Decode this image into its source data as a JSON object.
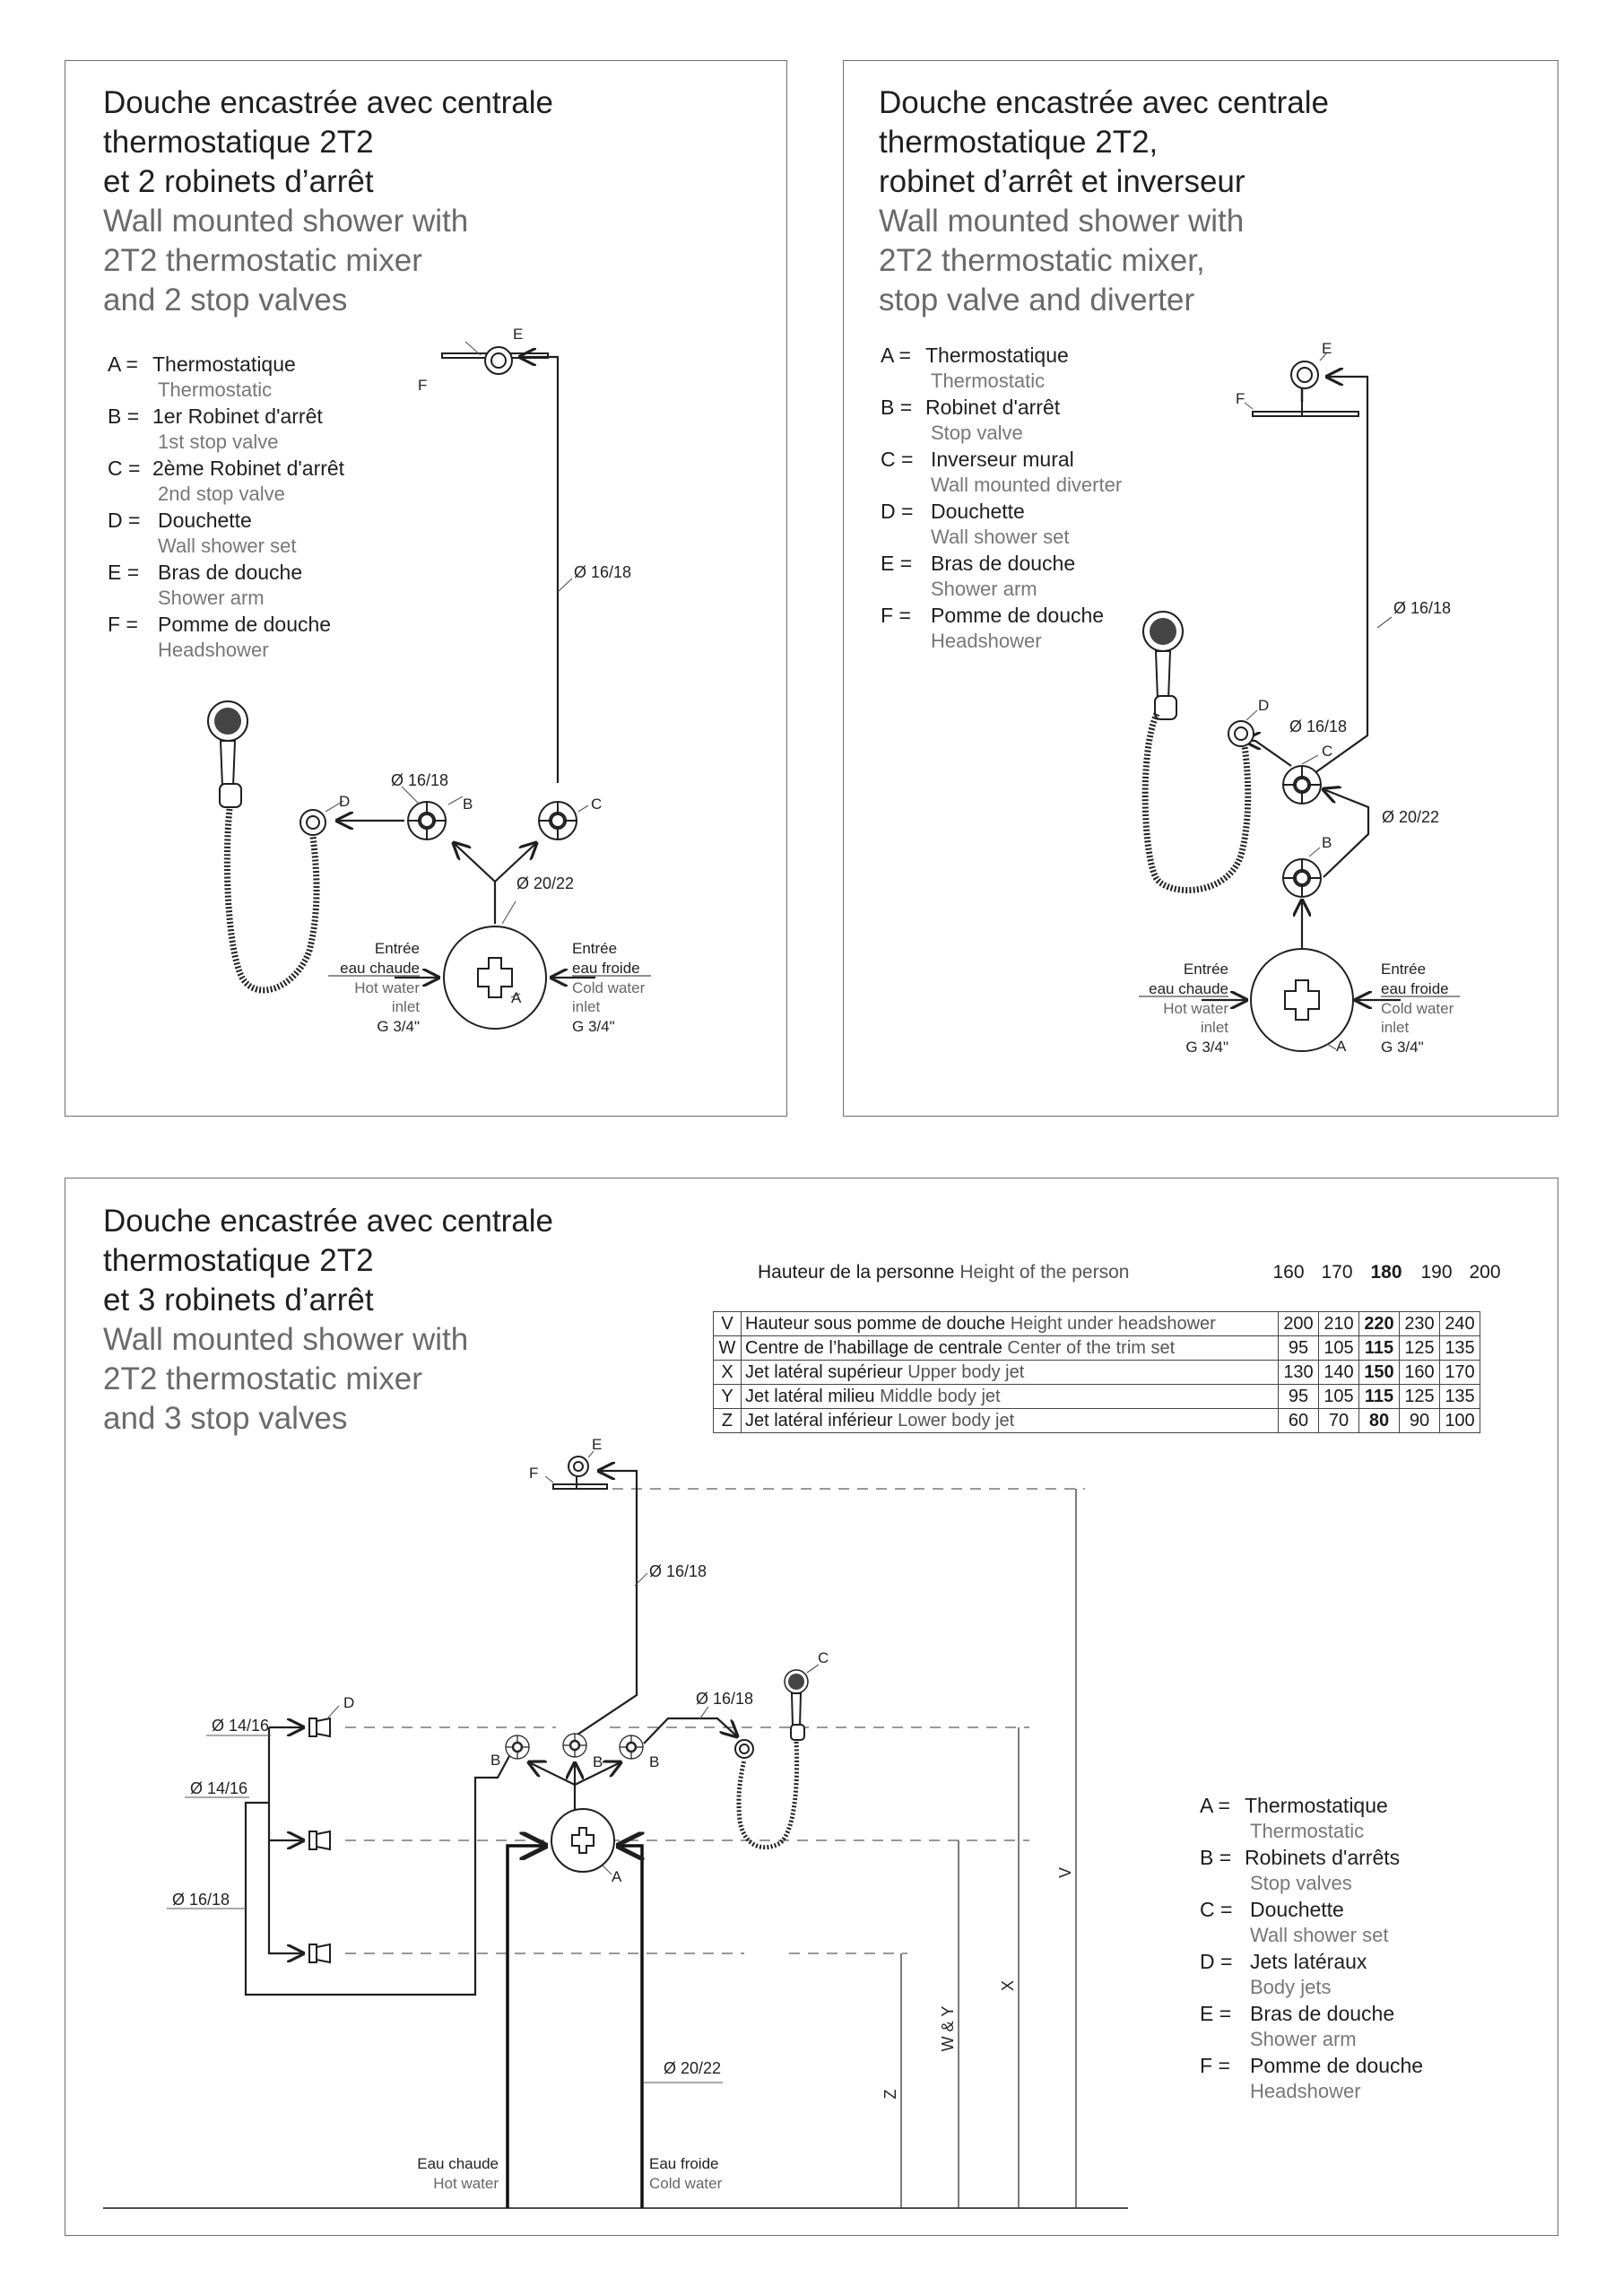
{
  "panel1": {
    "title_fr": [
      "Douche encastrée avec centrale",
      "thermostatique 2T2",
      "et 2 robinets d’arrêt"
    ],
    "title_en": [
      "Wall mounted shower with",
      "2T2 thermostatic mixer",
      "and 2 stop valves"
    ],
    "legend": [
      {
        "key": "A =",
        "fr": "Thermostatique",
        "en": "Thermostatic"
      },
      {
        "key": "B =",
        "fr": "1er Robinet d'arrêt",
        "en": "1st stop valve"
      },
      {
        "key": "C =",
        "fr": "2ème Robinet d'arrêt",
        "en": "2nd stop valve"
      },
      {
        "key": "D =",
        "fr": "Douchette",
        "en": "Wall shower set"
      },
      {
        "key": "E =",
        "fr": "Bras de douche",
        "en": "Shower arm"
      },
      {
        "key": "F =",
        "fr": "Pomme de douche",
        "en": "Headshower"
      }
    ],
    "diagram": {
      "letters": {
        "a": "A",
        "b": "B",
        "c": "C",
        "d": "D",
        "e": "E",
        "f": "F"
      },
      "dims": {
        "pipe_up": "Ø 16/18",
        "pipe_d": "Ø 16/18",
        "pipe_in": "Ø 20/22"
      },
      "hot": {
        "fr1": "Entrée",
        "fr2": "eau chaude",
        "en1": "Hot water",
        "en2": "inlet",
        "g": "G 3/4\""
      },
      "cold": {
        "fr1": "Entrée",
        "fr2": "eau froide",
        "en1": "Cold water",
        "en2": "inlet",
        "g": "G 3/4\""
      }
    }
  },
  "panel2": {
    "title_fr": [
      "Douche encastrée avec centrale",
      "thermostatique 2T2,",
      "robinet d’arrêt et inverseur"
    ],
    "title_en": [
      "Wall mounted shower with",
      "2T2 thermostatic mixer,",
      "stop valve and diverter"
    ],
    "legend": [
      {
        "key": "A =",
        "fr": "Thermostatique",
        "en": "Thermostatic"
      },
      {
        "key": "B =",
        "fr": "Robinet d'arrêt",
        "en": "Stop valve"
      },
      {
        "key": "C =",
        "fr": "Inverseur mural",
        "en": "Wall mounted diverter"
      },
      {
        "key": "D =",
        "fr": "Douchette",
        "en": "Wall shower set"
      },
      {
        "key": "E =",
        "fr": "Bras de douche",
        "en": "Shower arm"
      },
      {
        "key": "F =",
        "fr": "Pomme de douche",
        "en": "Headshower"
      }
    ],
    "diagram": {
      "letters": {
        "a": "A",
        "b": "B",
        "c": "C",
        "d": "D",
        "e": "E",
        "f": "F"
      },
      "dims": {
        "pipe_up": "Ø 16/18",
        "pipe_d": "Ø 16/18",
        "pipe_mid": "Ø 20/22"
      },
      "hot": {
        "fr1": "Entrée",
        "fr2": "eau chaude",
        "en1": "Hot water",
        "en2": "inlet",
        "g": "G 3/4\""
      },
      "cold": {
        "fr1": "Entrée",
        "fr2": "eau froide",
        "en1": "Cold water",
        "en2": "inlet",
        "g": "G 3/4\""
      }
    }
  },
  "panel3": {
    "title_fr": [
      "Douche encastrée avec centrale",
      "thermostatique 2T2",
      "et 3 robinets d’arrêt"
    ],
    "title_en": [
      "Wall mounted shower with",
      "2T2 thermostatic mixer",
      "and 3 stop valves"
    ],
    "person": {
      "fr": "Hauteur de la personne",
      "en": "Height of the person",
      "values": [
        "160",
        "170",
        "180",
        "190",
        "200"
      ],
      "highlight_index": 2
    },
    "table": [
      {
        "key": "V",
        "fr": "Hauteur sous pomme de douche",
        "en": "Height under headshower",
        "values": [
          "200",
          "210",
          "220",
          "230",
          "240"
        ]
      },
      {
        "key": "W",
        "fr": "Centre de l’habillage de centrale",
        "en": "Center of the trim set",
        "values": [
          "95",
          "105",
          "115",
          "125",
          "135"
        ]
      },
      {
        "key": "X",
        "fr": "Jet latéral supérieur",
        "en": "Upper body jet",
        "values": [
          "130",
          "140",
          "150",
          "160",
          "170"
        ]
      },
      {
        "key": "Y",
        "fr": "Jet latéral milieu",
        "en": "Middle body jet",
        "values": [
          "95",
          "105",
          "115",
          "125",
          "135"
        ]
      },
      {
        "key": "Z",
        "fr": "Jet latéral inférieur",
        "en": "Lower body jet",
        "values": [
          "60",
          "70",
          "80",
          "90",
          "100"
        ]
      }
    ],
    "legend": [
      {
        "key": "A =",
        "fr": "Thermostatique",
        "en": "Thermostatic"
      },
      {
        "key": "B =",
        "fr": "Robinets d'arrêts",
        "en": "Stop valves"
      },
      {
        "key": "C =",
        "fr": "Douchette",
        "en": "Wall shower set"
      },
      {
        "key": "D =",
        "fr": "Jets latéraux",
        "en": "Body jets"
      },
      {
        "key": "E =",
        "fr": "Bras de douche",
        "en": "Shower arm"
      },
      {
        "key": "F =",
        "fr": "Pomme de douche",
        "en": "Headshower"
      }
    ],
    "diagram": {
      "letters": {
        "a": "A",
        "b": "B",
        "c": "C",
        "d": "D",
        "e": "E",
        "f": "F"
      },
      "dims": {
        "pipe_up": "Ø 16/18",
        "pipe_c": "Ø 16/18",
        "pipe_in": "Ø 20/22",
        "jet1": "Ø 14/16",
        "jet2": "Ø 14/16",
        "jet3": "Ø 16/18"
      },
      "axes": {
        "v": "V",
        "x": "X",
        "wy": "W & Y",
        "z": "Z"
      },
      "hot": {
        "fr": "Eau chaude",
        "en": "Hot water"
      },
      "cold": {
        "fr": "Eau froide",
        "en": "Cold water"
      }
    }
  }
}
